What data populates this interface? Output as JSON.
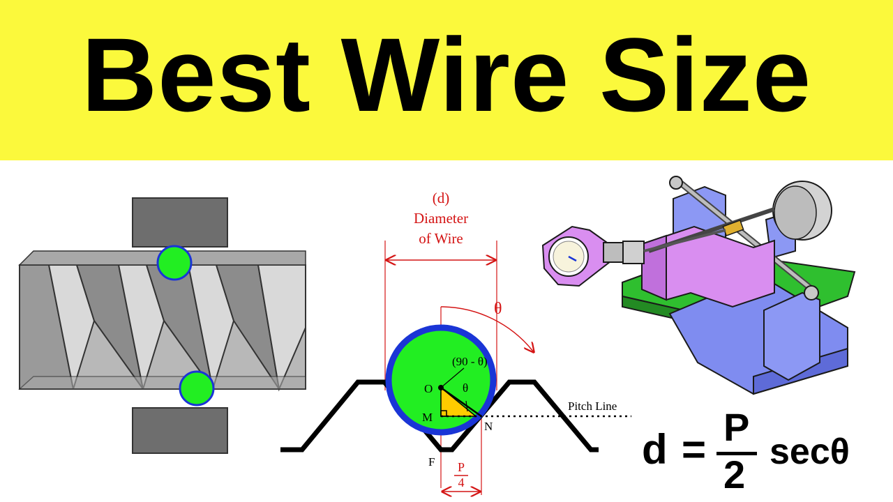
{
  "header": {
    "title": "Best Wire Size"
  },
  "diagram": {
    "d_label": "(d)",
    "diameter_label": "Diameter",
    "of_wire_label": "of Wire",
    "theta_label": "θ",
    "angle_label": "(90 - θ)",
    "inner_theta_label": "θ",
    "point_o": "O",
    "point_m": "M",
    "point_n": "N",
    "point_f": "F",
    "pitch_line_label": "Pitch Line",
    "p_num": "P",
    "p_den": "4"
  },
  "formula": {
    "lhs": "d",
    "equals": "=",
    "numerator": "P",
    "denominator": "2",
    "function": "secθ"
  },
  "colors": {
    "banner": "#fbf93c",
    "wire_fill": "#22ee22",
    "wire_ring": "#1a35d6",
    "annotation": "#d41414",
    "machine_blue": "#7f8cf0",
    "machine_purple": "#d98ef0",
    "machine_green": "#2fbf2f"
  }
}
